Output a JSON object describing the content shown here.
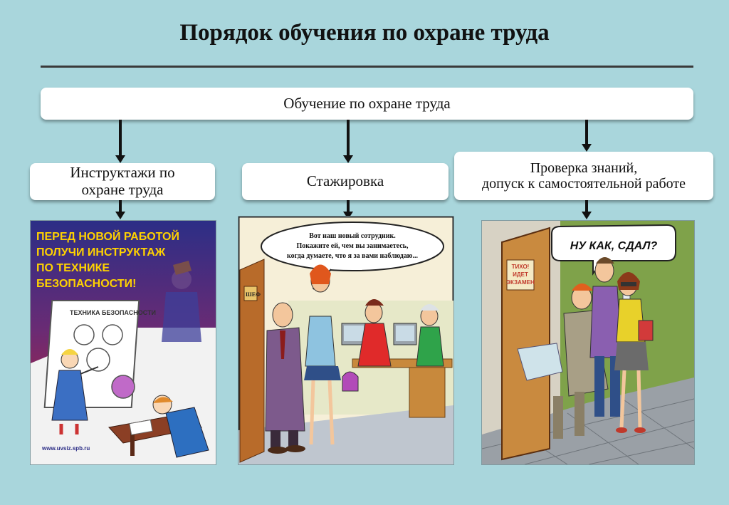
{
  "title": "Порядок обучения по охране труда",
  "root": {
    "label": "Обучение по охране труда"
  },
  "branches": [
    {
      "label_lines": [
        "Инструктажи по",
        "охране труда"
      ]
    },
    {
      "label_lines": [
        "Стажировка"
      ]
    },
    {
      "label_lines": [
        "Проверка знаний,",
        "допуск к самостоятельной работе"
      ]
    }
  ],
  "panels": {
    "poster": {
      "headline": [
        "ПЕРЕД НОВОЙ РАБОТОЙ",
        "ПОЛУЧИ ИНСТРУКТАЖ",
        "ПО ТЕХНИКЕ",
        "БЕЗОПАСНОСТИ!"
      ],
      "board_title": "ТЕХНИКА БЕЗОПАСНОСТИ",
      "url": "www.uvsiz.spb.ru",
      "colors": {
        "top": "#2c2e86",
        "bottom": "#c9202a",
        "headline": "#ffd200"
      }
    },
    "office": {
      "speech": [
        "Вот наш новый сотрудник.",
        "Покажите ей, чем вы занимаетесь,",
        "когда думаете, что я за вами наблюдаю..."
      ],
      "door_sign": "ШЕФ"
    },
    "exam": {
      "speech": "НУ КАК, СДАЛ?",
      "door_sign": [
        "ТИХО!",
        "ИДЕТ",
        "ЭКЗАМЕН"
      ]
    }
  }
}
